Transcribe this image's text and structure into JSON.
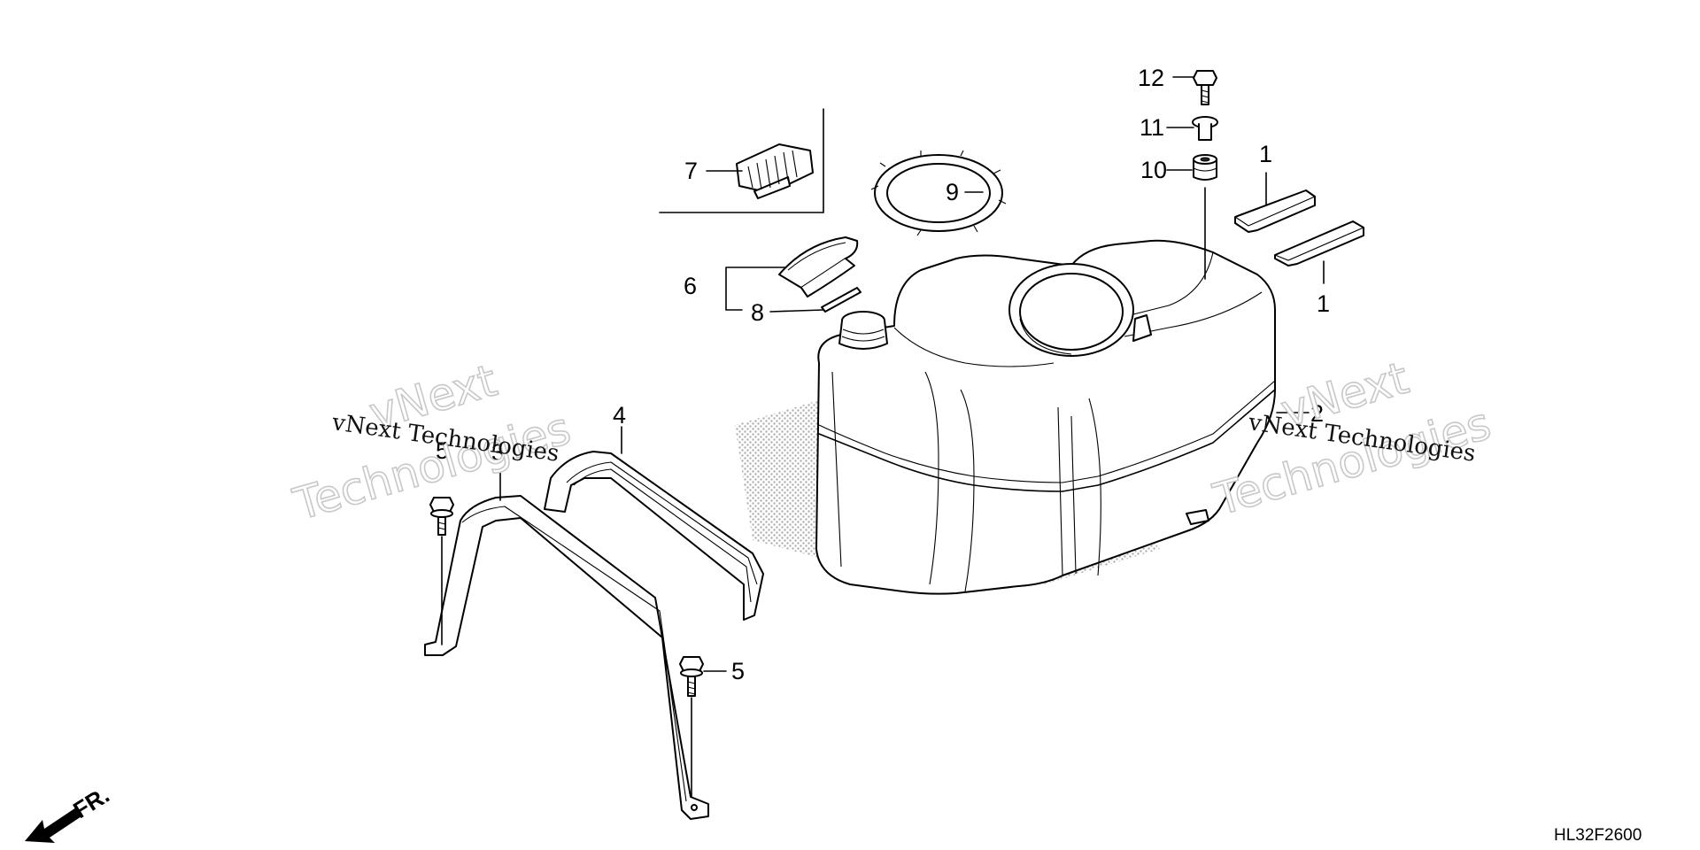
{
  "diagram": {
    "code": "HL32F2600",
    "direction_marker": "FR.",
    "watermark_large": [
      "vNext",
      "Technologies"
    ],
    "watermark_small": "vNext Technologies",
    "callouts": [
      {
        "id": "c12",
        "label": "12"
      },
      {
        "id": "c11",
        "label": "11"
      },
      {
        "id": "c10",
        "label": "10"
      },
      {
        "id": "c9",
        "label": "9"
      },
      {
        "id": "c7",
        "label": "7"
      },
      {
        "id": "c6",
        "label": "6"
      },
      {
        "id": "c8",
        "label": "8"
      },
      {
        "id": "c1a",
        "label": "1"
      },
      {
        "id": "c1b",
        "label": "1"
      },
      {
        "id": "c2",
        "label": "2"
      },
      {
        "id": "c4",
        "label": "4"
      },
      {
        "id": "c5a",
        "label": "5"
      },
      {
        "id": "c3",
        "label": "3"
      },
      {
        "id": "c5b",
        "label": "5"
      }
    ],
    "colors": {
      "line": "#000000",
      "background": "#ffffff",
      "watermark": "#c8c8c8"
    }
  }
}
